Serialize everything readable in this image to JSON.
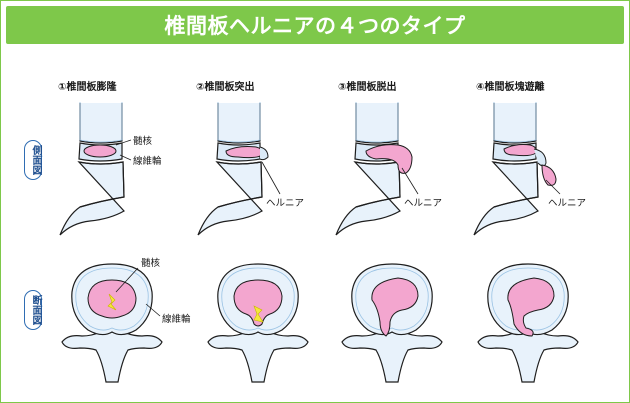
{
  "title": "椎間板ヘルニアの４つのタイプ",
  "side_labels": {
    "lateral": "側面図",
    "cross_section": "断面図"
  },
  "panels": [
    {
      "title": "①椎間板膨隆",
      "nucleus_label": "髄核",
      "annulus_label": "線維輪"
    },
    {
      "title": "②椎間板突出",
      "hernia_label": "ヘルニア"
    },
    {
      "title": "③椎間板脱出",
      "hernia_label": "ヘルニア"
    },
    {
      "title": "④椎間板塊遊離",
      "hernia_label": "ヘルニア"
    }
  ],
  "cross_section_labels": {
    "nucleus": "髄核",
    "annulus": "線維輪"
  },
  "colors": {
    "header": "#7ec84a",
    "bone": "#e8f2fb",
    "outline": "#1e1e1e",
    "nucleus": "#f3a6cf",
    "crack": "#f5e83a",
    "badge_border": "#2f6db3"
  }
}
